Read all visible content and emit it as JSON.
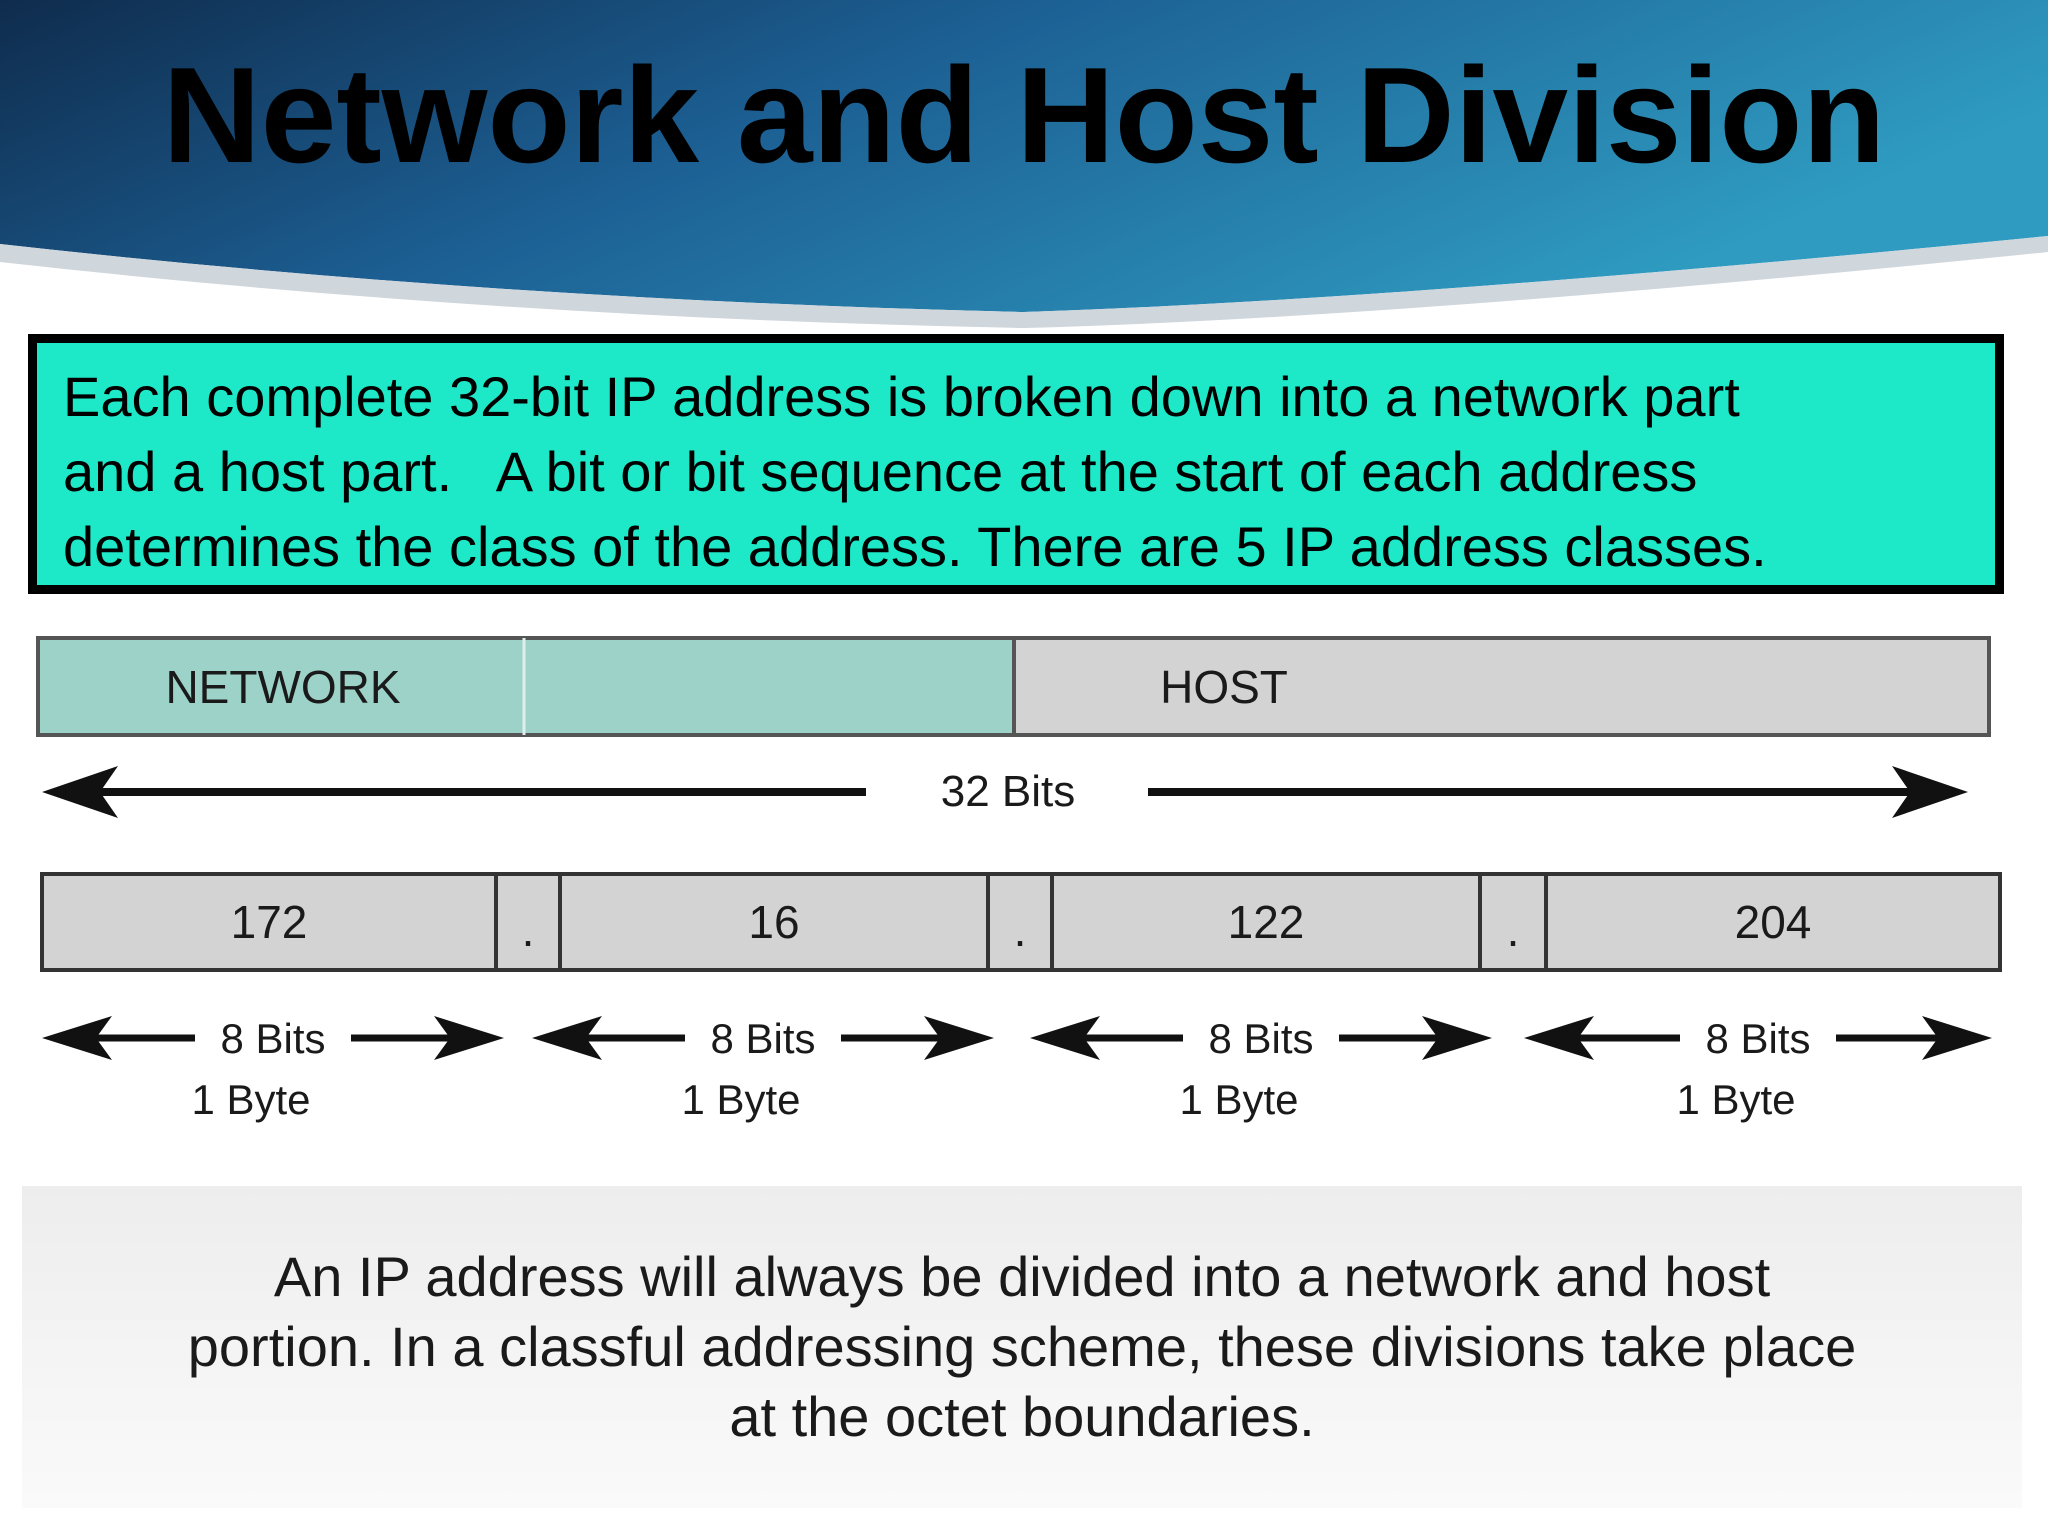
{
  "slide": {
    "title": "Network and Host Division",
    "intro_lines": [
      "Each complete 32-bit IP address is broken down into a network part",
      "and a host part.   A bit or bit sequence at the start of each address",
      "determines the class of the address. There are 5 IP address classes."
    ],
    "caption_lines": [
      "An IP address will always be divided into a network and host",
      "portion. In a classful addressing scheme, these divisions take place",
      "at the octet boundaries."
    ]
  },
  "diagram": {
    "network_label": "NETWORK",
    "host_label": "HOST",
    "total_bits_label": "32 Bits",
    "network_octets": 2,
    "octets": [
      {
        "value": "172",
        "bits_label": "8 Bits",
        "bytes_label": "1 Byte"
      },
      {
        "value": "16",
        "bits_label": "8 Bits",
        "bytes_label": "1 Byte"
      },
      {
        "value": "122",
        "bits_label": "8 Bits",
        "bytes_label": "1 Byte"
      },
      {
        "value": "204",
        "bits_label": "8 Bits",
        "bytes_label": "1 Byte"
      }
    ],
    "separator": ".",
    "colors": {
      "network": "#9dd2c9",
      "host": "#d3d3d3",
      "octet": "#d3d3d3",
      "intro_box": "#1de9c8",
      "header": "#1c5f93"
    }
  }
}
